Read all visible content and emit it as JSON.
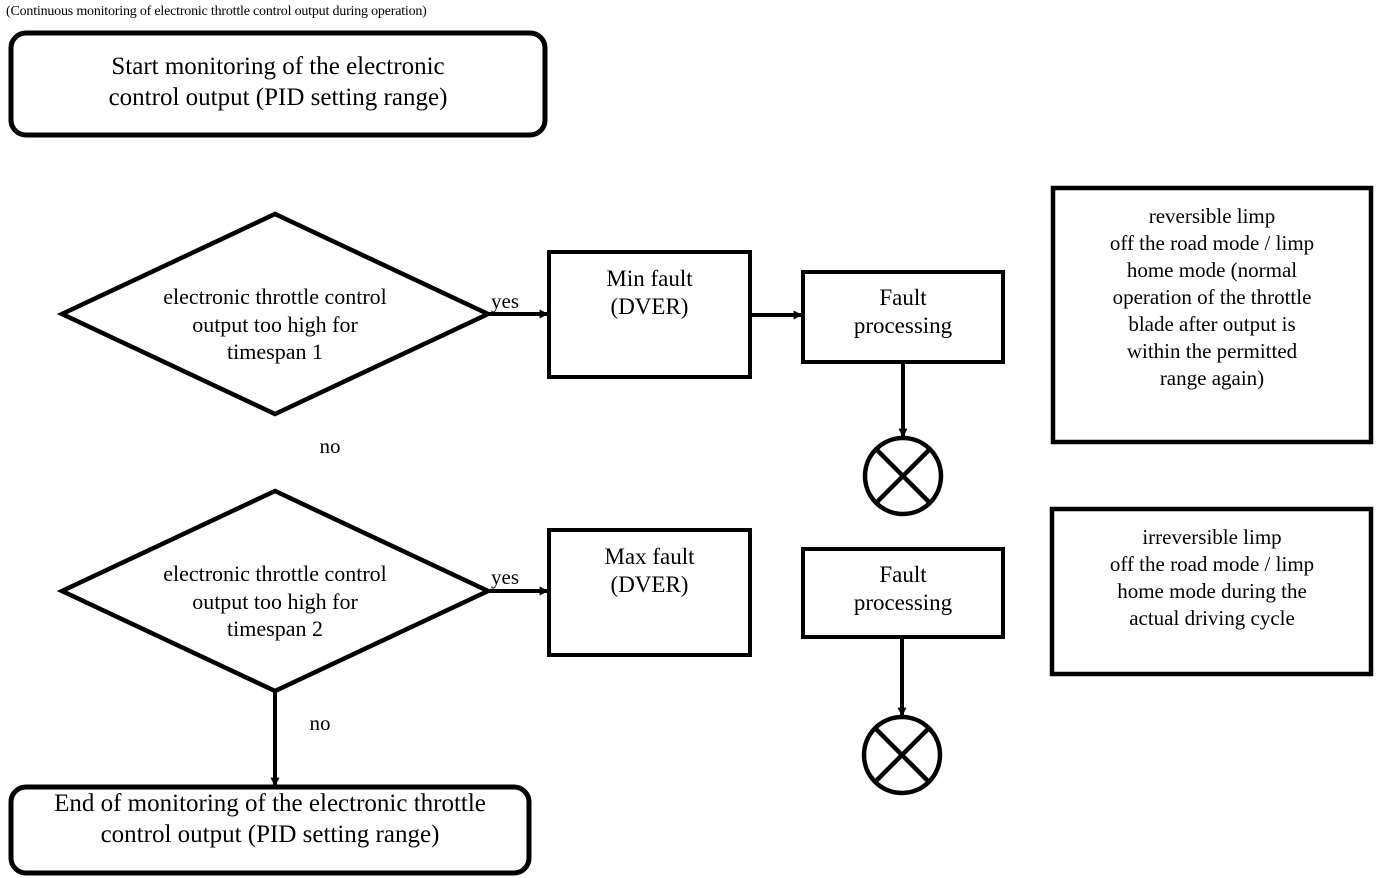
{
  "diagram": {
    "caption": "(Continuous monitoring of electronic throttle control output during operation)",
    "start_node": "Start monitoring of the electronic\ncontrol output (PID setting range)",
    "end_node": "End of monitoring of the electronic throttle\ncontrol output (PID setting range)",
    "decision_1": "electronic throttle control\noutput too high for\ntimespan 1",
    "decision_2": "electronic throttle control\noutput too high for\ntimespan 2",
    "min_fault": "Min fault\n(DVER)",
    "max_fault": "Max fault\n(DVER)",
    "fault_processing_1": "Fault\nprocessing",
    "fault_processing_2": "Fault\nprocessing",
    "note_reversible": "reversible limp\noff the road mode / limp\nhome mode (normal\noperation of the throttle\nblade after output is\nwithin the permitted\nrange again)",
    "note_irreversible": "irreversible limp\noff the road mode / limp\nhome mode during the\nactual driving cycle",
    "edge_yes_1": "yes",
    "edge_no_1": "no",
    "edge_yes_2": "yes",
    "edge_no_2": "no",
    "colors": {
      "stroke": "#000000",
      "fill": "#ffffff",
      "text": "#000000"
    },
    "symbols": {
      "connector_terminator": "crossed-circle"
    }
  }
}
